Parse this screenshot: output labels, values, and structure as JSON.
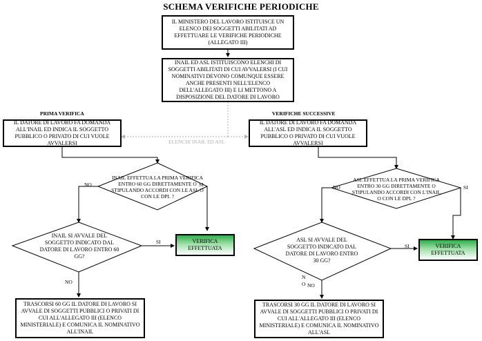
{
  "title": "SCHEMA VERIFICHE PERIODICHE",
  "boxes": {
    "ministero": "IL MINISTERO DEL LAVORO ISTITUISCE UN ELENCO DEI SOGGETTI ABILITATI AD EFFETTUARE LE VERIFICHE PERIODICHE (ALLEGATO III)",
    "inail_asl": "INAIL ED ASL ISTITUISCONO ELENCHI DI SOGGETTI ABILITATI DI CUI AVVALERSI (I CUI NOMINATIVI DEVONO COMUNQUE ESSERE ANCHE PRESENTI NELL'ELENCO DELL'ALLEGATO III) E LI METTONO A DISPOSIZIONE DEL DATORE DI LAVORO",
    "left_request": "IL DATORE DI LAVORO FA DOMANDA ALL'INAIL ED INDICA IL SOGGETTO PUBBLICO O PRIVATO DI CUI VUOLE AVVALERSI",
    "right_request": "IL DATORE DI LAVORO FA DOMANDA ALL'ASL ED INDICA IL SOGGETTO PUBBLICO O PRIVATO DI CUI VUOLE AVVALERSI",
    "left_done": "VERIFICA EFFETTUATA",
    "right_done": "VERIFICA EFFETTUATA",
    "left_bottom": "TRASCORSI 60 GG IL DATORE DI LAVORO SI AVVALE DI SOGGETTI PUBBLICI O PRIVATI DI CUI ALL'ALLEGATO III (ELENCO MINISTERIALE) E COMUNICA IL NOMINATIVO ALL'INAIL",
    "right_bottom": "TRASCORSI 30 GG IL DATORE DI LAVORO SI AVVALE DI SOGGETTI PUBBLICI O PRIVATI DI CUI ALL'ALLEGATO III (ELENCO MINISTERIALE) E COMUNICA IL NOMINATIVO ALL'ASL"
  },
  "diamonds": {
    "left_first": "INAIL EFFETTUA LA PRIMA VERIFICA ENTRO 60 GG DIRETTAMENTE O STIPULANDO ACCORDI CON LE ASL O CON LE DPL ?",
    "left_second": "INAIL SI AVVALE DEL SOGGETTO INDICATO DAL DATORE DI LAVORO ENTRO 60 GG?",
    "right_first": "ASL EFFETTUA LA PRIMA VERIFICA ENTRO 30 GG DIRETTAMENTE O STIPULANDO ACCORDI CON L'INAIL O CON LE DPL ?",
    "right_second": "ASL SI AVVALE DEL SOGGETTO INDICATO DAL DATORE DI LAVORO ENTRO 30 GG?"
  },
  "section_labels": {
    "left": "PRIMA VERIFICA",
    "right": "VERIFICHE SUCCESSIVE"
  },
  "connector_label": "ELENCHI INAIL ED ASL",
  "branch_labels": {
    "no": "NO",
    "si": "SI",
    "no_split_top": "N",
    "no_split_bottom": "O"
  },
  "colors": {
    "line": "#000000",
    "dotted_connector": "#b0b0b0",
    "done_box_top": "#2fae4a"
  }
}
